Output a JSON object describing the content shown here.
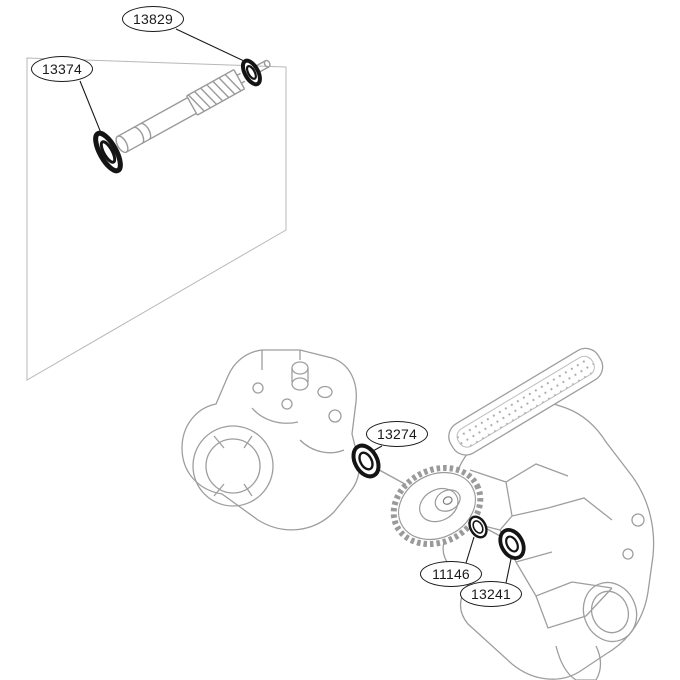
{
  "diagram": {
    "background": "#ffffff",
    "line_color": "#9e9e9e",
    "ink_color": "#1a1a1a",
    "callouts": [
      {
        "part": "worm-shaft-bearing-small",
        "label": "13829"
      },
      {
        "part": "worm-shaft-bearing-large",
        "label": "13374"
      },
      {
        "part": "drive-gear-bearing",
        "label": "13274"
      },
      {
        "part": "shaft-washer",
        "label": "11146"
      },
      {
        "part": "gear-shaft-bearing",
        "label": "13241"
      }
    ]
  }
}
